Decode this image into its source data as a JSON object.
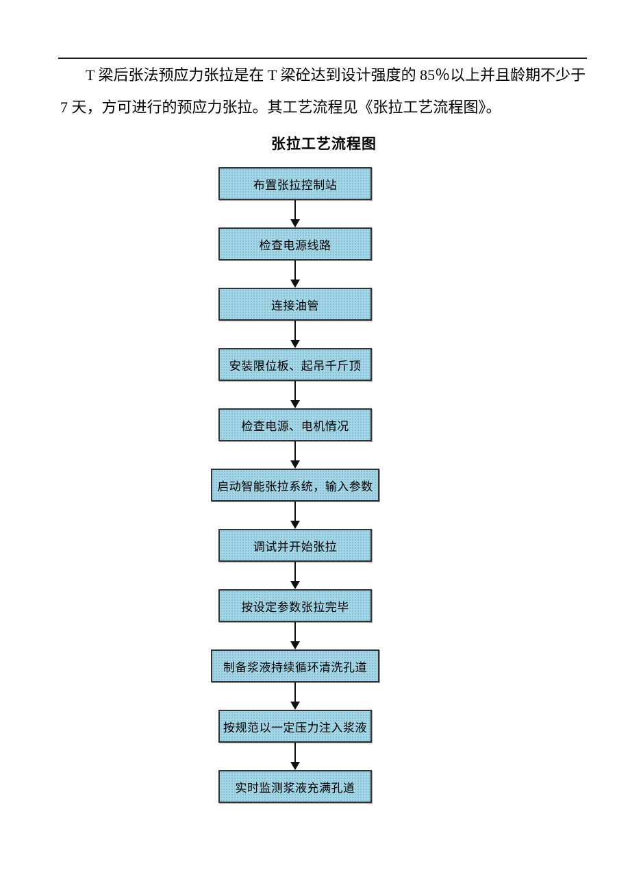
{
  "colors": {
    "box_fill": "#a6d6e6",
    "box_dot": "#7fc0d6",
    "box_border": "#2e3436",
    "arrow": "#111111",
    "rule": "#1a1a1a",
    "text": "#000000"
  },
  "intro": {
    "line1": "T 梁后张法预应力张拉是在 T 梁砼达到设计强度的 85％以上并且龄期不少于",
    "line2": "7 天，方可进行的预应力张拉。其工艺流程见《张拉工艺流程图》。"
  },
  "flowchart": {
    "title": "张拉工艺流程图",
    "steps": [
      {
        "label": "布置张拉控制站",
        "wide": false
      },
      {
        "label": "检查电源线路",
        "wide": false
      },
      {
        "label": "连接油管",
        "wide": false
      },
      {
        "label": "安装限位板、起吊千斤顶",
        "wide": false
      },
      {
        "label": "检查电源、电机情况",
        "wide": false
      },
      {
        "label": "启动智能张拉系统，输入参数",
        "wide": true
      },
      {
        "label": "调试并开始张拉",
        "wide": false
      },
      {
        "label": "按设定参数张拉完毕",
        "wide": false
      },
      {
        "label": "制备浆液持续循环清洗孔道",
        "wide": true
      },
      {
        "label": "按规范以一定压力注入浆液",
        "wide": false
      },
      {
        "label": "实时监测浆液充满孔道",
        "wide": false
      }
    ]
  }
}
